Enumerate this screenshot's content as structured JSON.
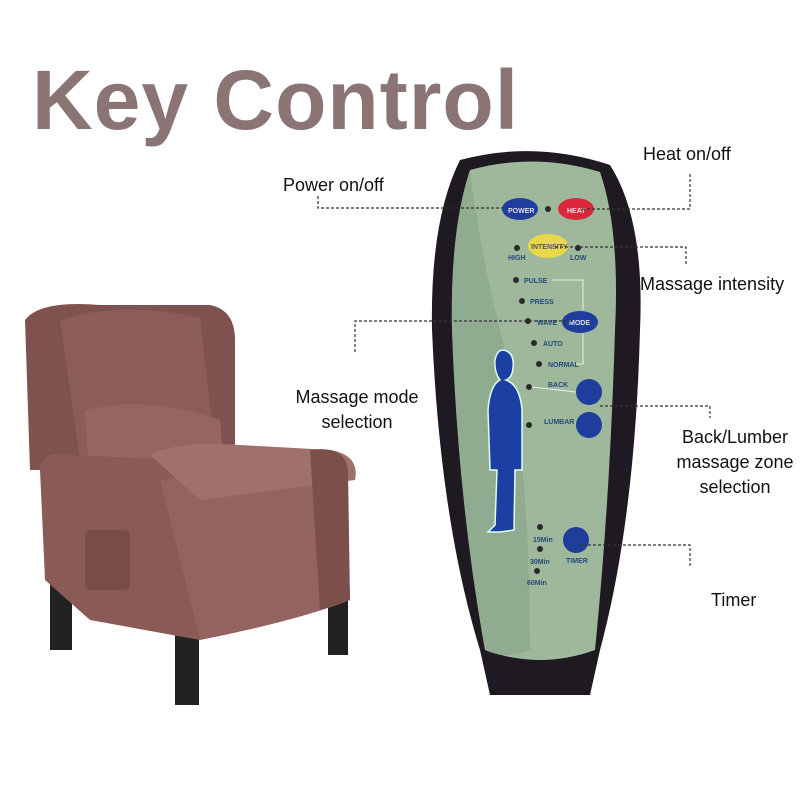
{
  "title": "Key Control",
  "callouts": {
    "power": "Power on/off",
    "heat": "Heat on/off",
    "intensity": "Massage intensity",
    "mode_line1": "Massage mode",
    "mode_line2": "selection",
    "zone_line1": "Back/Lumber",
    "zone_line2": "massage zone",
    "zone_line3": "selection",
    "timer": "Timer"
  },
  "remote": {
    "buttons": {
      "power": "POWER",
      "heat": "HEAT",
      "intensity": "INTENSITY",
      "mode": "MODE"
    },
    "intensity_levels": [
      "HIGH",
      "LOW"
    ],
    "modes": [
      "PULSE",
      "PRESS",
      "WAVE",
      "AUTO",
      "NORMAL"
    ],
    "zones": [
      "BACK",
      "LUMBAR"
    ],
    "timer_label": "TIMER",
    "timer_options": [
      "15Min",
      "30Min",
      "60Min"
    ]
  },
  "colors": {
    "title": "#8a7474",
    "panel": "#9fb89c",
    "power": "#1e3d9c",
    "heat": "#d8283a",
    "intensity": "#e9d84a",
    "chair": "#8a5a56"
  }
}
